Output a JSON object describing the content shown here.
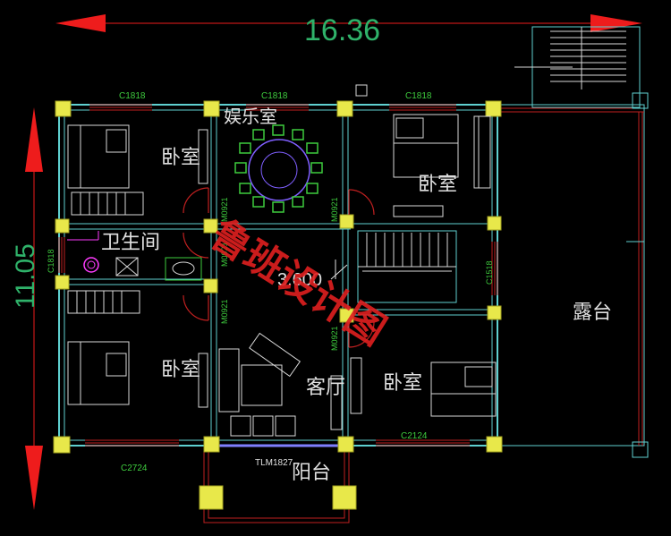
{
  "dimensions": {
    "width_label": "16.36",
    "height_label": "11.05"
  },
  "rooms": {
    "bedroom_nw": "卧室",
    "entertainment": "娱乐室",
    "bedroom_ne": "卧室",
    "bathroom": "卫生间",
    "bedroom_sw": "卧室",
    "living_room": "客厅",
    "bedroom_se": "卧室",
    "balcony": "阳台",
    "terrace": "露台"
  },
  "windows": {
    "top_left": "C1818",
    "top_mid": "C1818",
    "top_right": "C1818",
    "left_mid": "C1818",
    "stair_right": "C1518",
    "bottom_left": "C2724",
    "bottom_right": "C2124",
    "balcony_door": "TLM1827"
  },
  "doors": {
    "ent_left": "M0921",
    "ent_right": "M0921",
    "bath": "M0921",
    "sw_bed": "M0921",
    "se_bed": "M0921"
  },
  "elevation": "3.600",
  "watermark": "鲁班设计图",
  "colors": {
    "wall": "#5fd0d0",
    "column": "#e8e84a",
    "dimension": "#2fb26a",
    "window": "#c02020",
    "watermark": "#e02020"
  }
}
